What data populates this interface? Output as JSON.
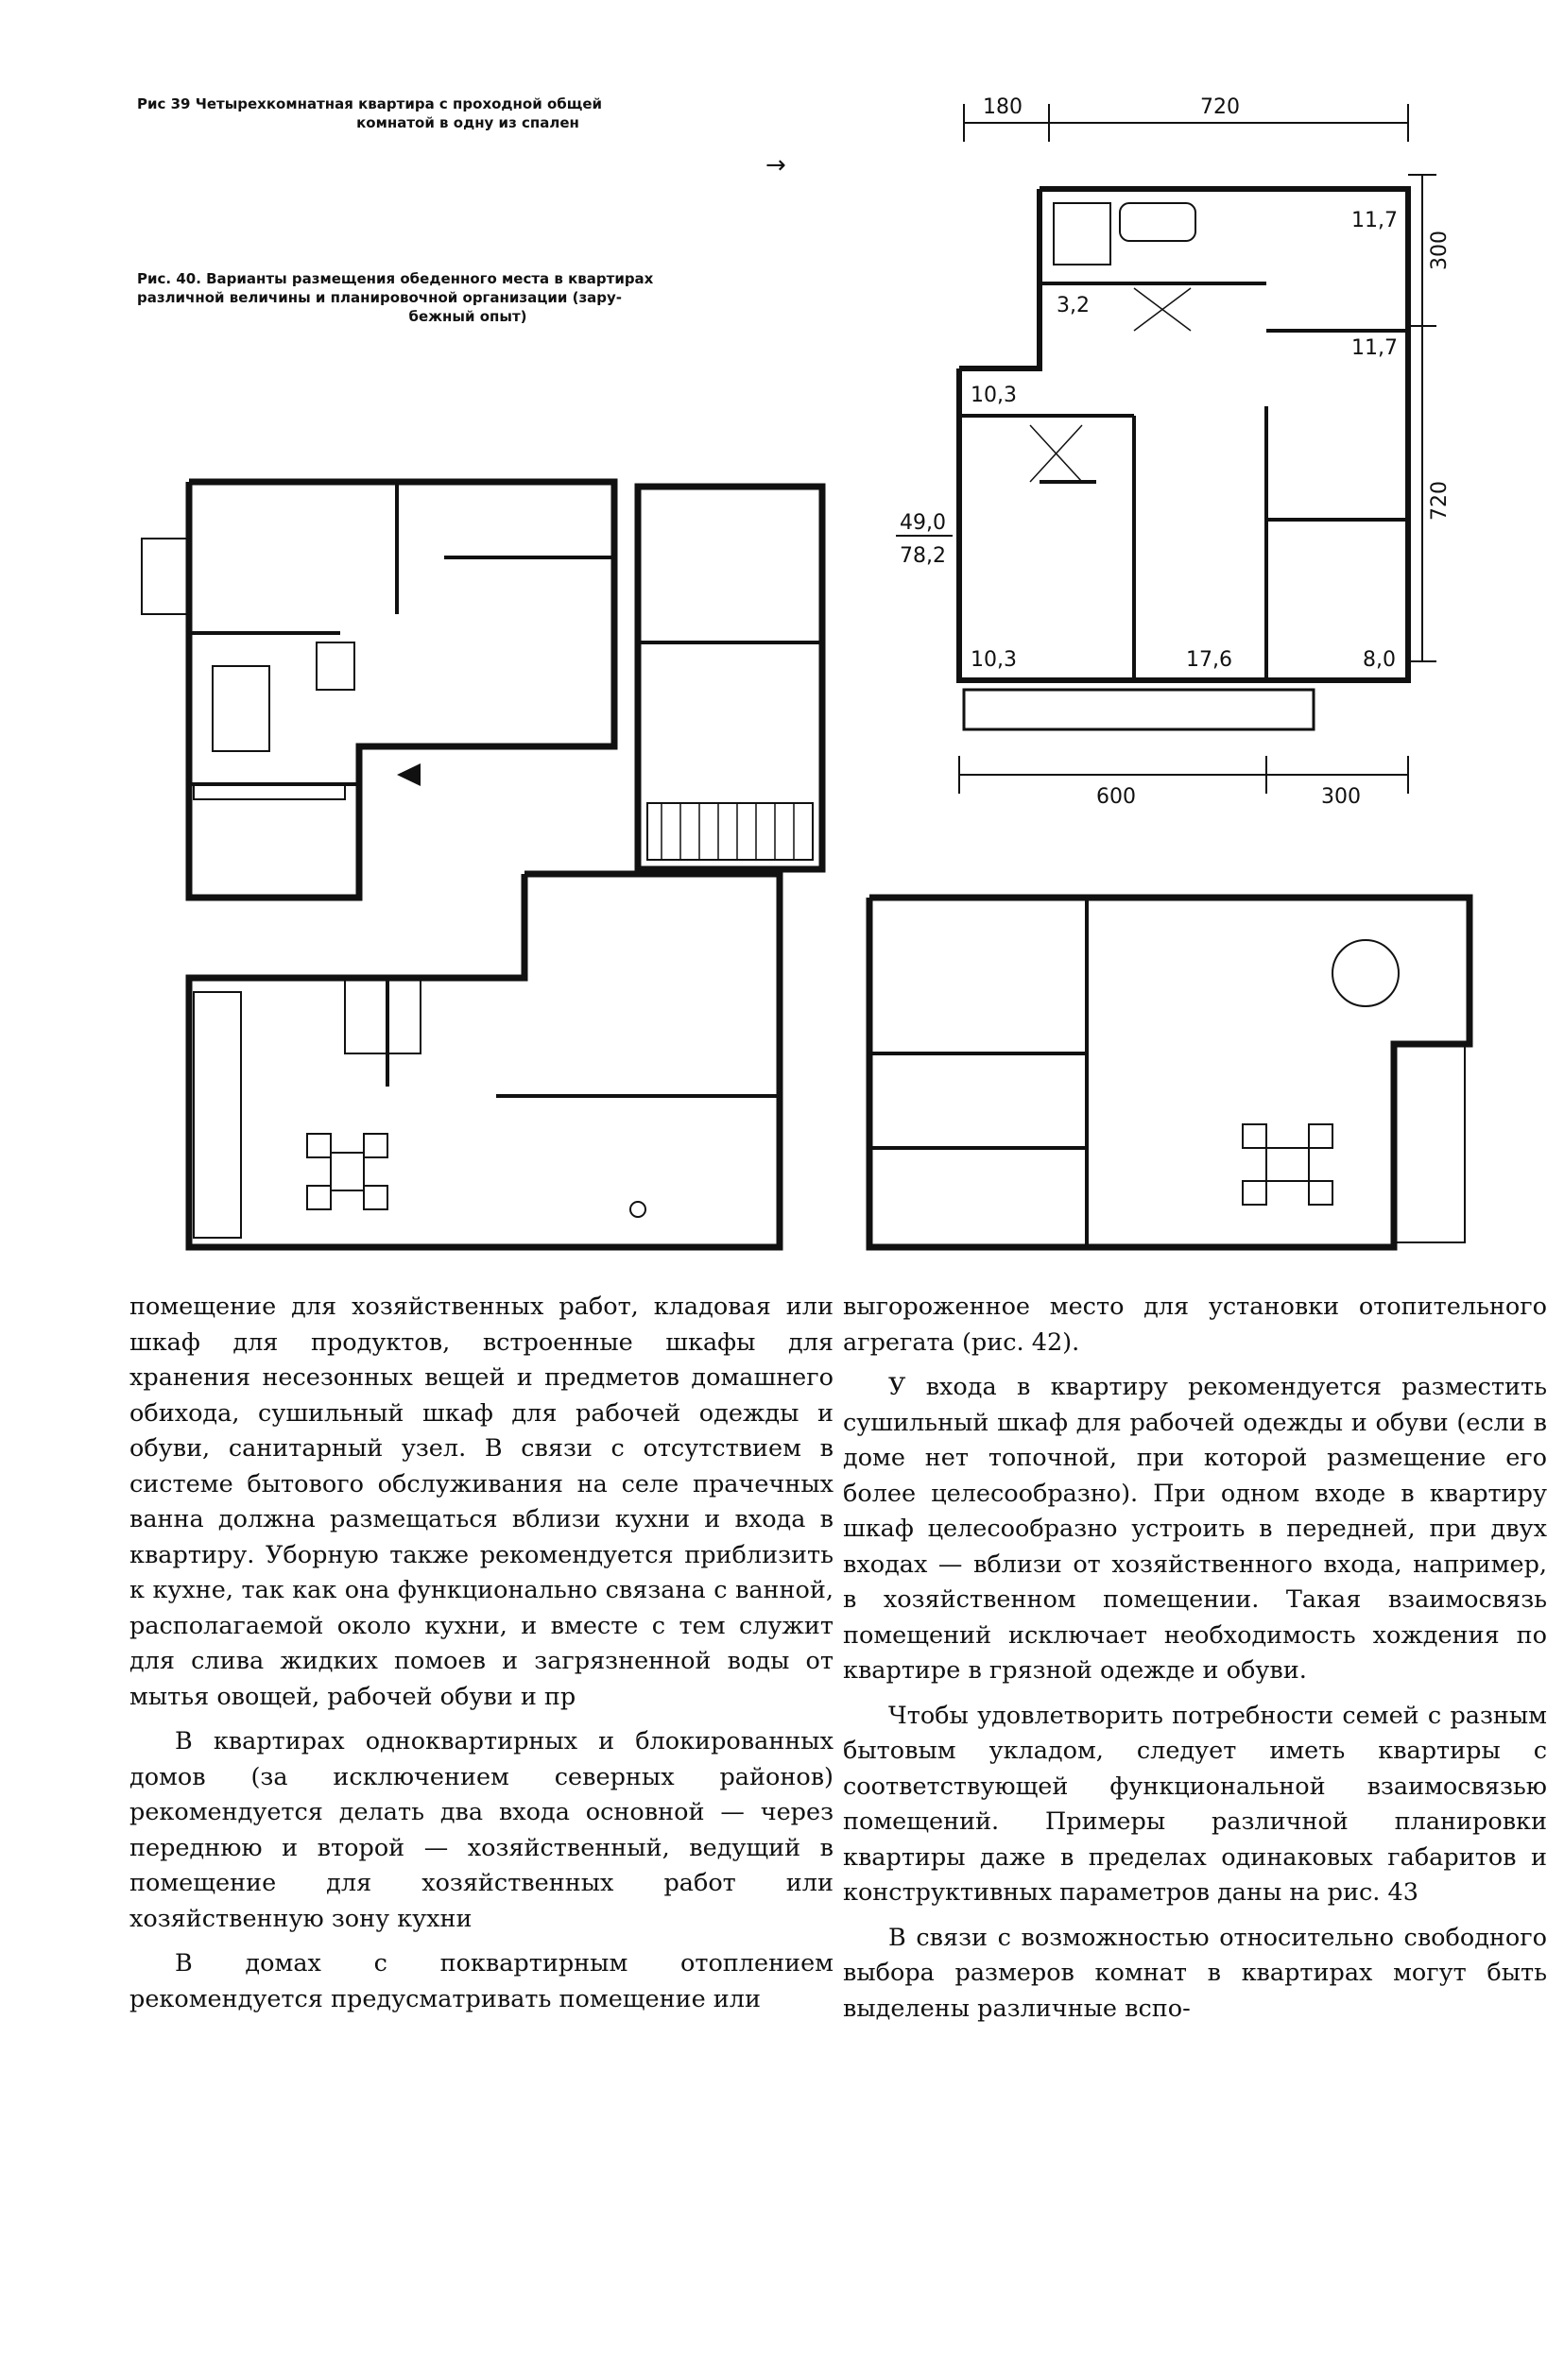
{
  "captions": {
    "fig39_line1": "Рис 39 Четырехкомнатная квартира с проходной общей",
    "fig39_line2": "комнатой в одну из спален",
    "fig39_arrow": "→",
    "fig40_line1": "Рис. 40. Варианты размещения обеденного места в квартирах",
    "fig40_line2": "различной величины и планировочной организации (зару-",
    "fig40_line3": "бежный опыт)"
  },
  "plan39": {
    "dims": {
      "top_left": "180",
      "top_right": "720",
      "right_top": "300",
      "right_bottom": "720",
      "bottom_left": "600",
      "bottom_right": "300"
    },
    "areas": {
      "a1": "11,7",
      "a2": "3,2",
      "a3": "11,7",
      "a4": "10,3",
      "living": "49,0",
      "total": "78,2",
      "a5": "10,3",
      "a6": "17,6",
      "a7": "8,0"
    }
  },
  "text": {
    "left": [
      "помещение для хозяйственных работ, кладовая или шкаф для продуктов, встроенные шкафы для хранения несезонных вещей и предметов домашнего обихода, сушильный шкаф для рабочей одежды и обуви, санитарный узел. В связи с отсутствием в системе бытового обслуживания на селе прачечных ванна должна размещаться вблизи кухни и входа в квартиру. Уборную также рекомендуется приблизить к кухне, так как она функционально связана с ванной, располагаемой около кухни, и вместе с тем служит для слива жидких помоев и загрязненной воды от мытья овощей, рабочей обуви и пр",
      "В квартирах одноквартирных и блокированных домов (за исключением северных районов) рекомендуется делать два входа основной — через переднюю и второй — хозяйственный, ведущий в помещение для хозяйственных работ или хозяйственную зону кухни",
      "В домах с поквартирным отоплением рекомендуется предусматривать помещение или"
    ],
    "right": [
      "выгороженное место для установки отопительного агрегата (рис. 42).",
      "У входа в квартиру рекомендуется разместить сушильный шкаф для рабочей одежды и обуви (если в доме нет топочной, при которой размещение его более целесообразно). При одном входе в квартиру шкаф целесообразно устроить в передней, при двух входах — вблизи от хозяйственного входа, например, в хозяйственном помещении. Такая взаимосвязь помещений исключает необходимость хождения по квартире в грязной одежде и обуви.",
      "Чтобы удовлетворить потребности семей с разным бытовым укладом, следует иметь квартиры с соответствующей функциональной взаимосвязью помещений. Примеры различной планировки квартиры даже в пределах одинаковых габаритов и конструктивных параметров даны на рис. 43",
      "В связи с возможностью относительно свободного выбора размеров комнат в квартирах могут быть выделены различные вспо-"
    ]
  }
}
